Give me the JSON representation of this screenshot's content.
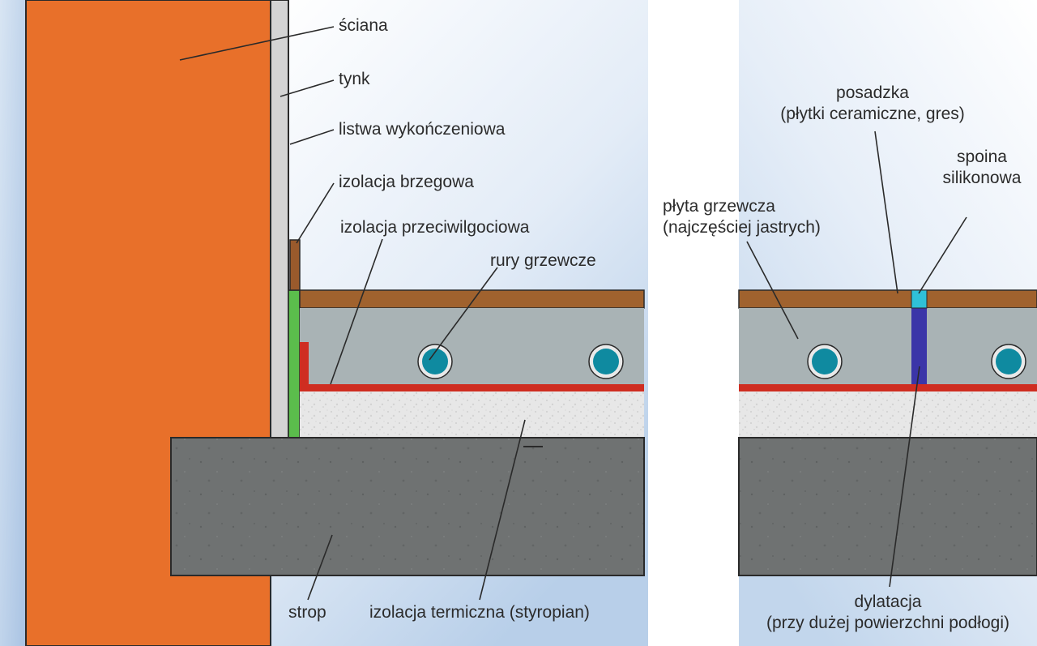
{
  "labels": {
    "sciana": "ściana",
    "tynk": "tynk",
    "listwa": "listwa wykończeniowa",
    "izolacja_brzegowa": "izolacja brzegowa",
    "izolacja_przeciwwilgociowa": "izolacja przeciwilgociowa",
    "rury_grzewcze": "rury grzewcze",
    "strop": "strop",
    "izolacja_termiczna": "izolacja termiczna (styropian)",
    "posadzka_line1": "posadzka",
    "posadzka_line2": "(płytki ceramiczne, gres)",
    "spoina_line1": "spoina",
    "spoina_line2": "silikonowa",
    "plyta_line1": "płyta grzewcza",
    "plyta_line2": "(najczęściej jastrych)",
    "dylatacja_line1": "dylatacja",
    "dylatacja_line2": "(przy dużej powierzchni podłogi)"
  },
  "colors": {
    "wall": "#e8702a",
    "plaster": "#d4d4d4",
    "edge_insulation": "#5bbd4c",
    "trim": "#9a5a2c",
    "floor_finish": "#a0622e",
    "screed": "#a9b3b5",
    "damp_proofing": "#cf2d21",
    "thermal_insulation": "#e6e6e6",
    "slab": "#6d7070",
    "pipe": "#0f8aa0",
    "expansion_joint": "#3b35a8",
    "silicone_joint": "#2fc0d8",
    "background_light": "#ffffff",
    "background_blue": "#b9d0ea"
  }
}
